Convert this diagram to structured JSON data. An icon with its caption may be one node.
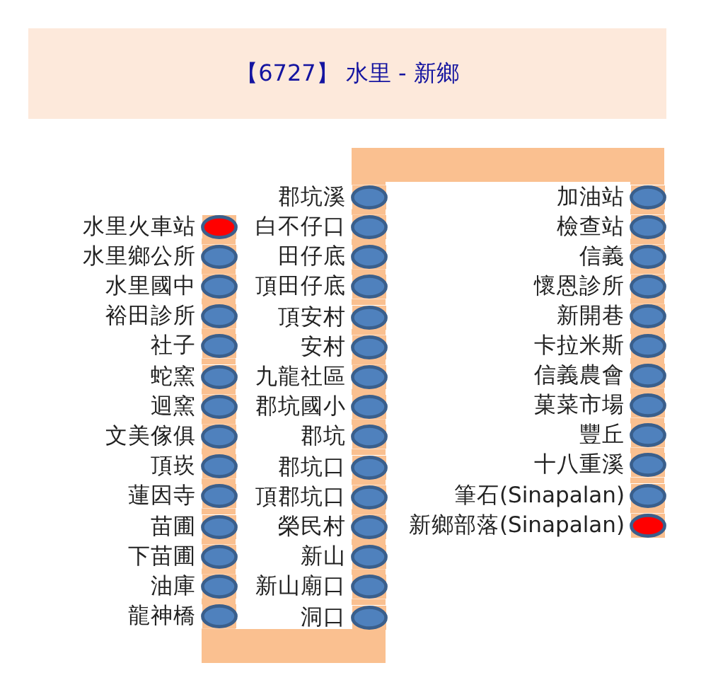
{
  "diagram": {
    "title": "【6727】 水里 - 新鄉",
    "nodes": [
      {
        "text": [
          "水里火車站"
        ]
      },
      {
        "text": [
          "水里鄉公所"
        ]
      },
      {
        "text": [
          "水里國中"
        ]
      },
      {
        "text": [
          "裕田診所"
        ]
      },
      {
        "text": [
          "社子"
        ]
      },
      {
        "text": [
          "蛇窯"
        ]
      },
      {
        "text": [
          "迴窯"
        ]
      },
      {
        "text": [
          "文美傢俱"
        ]
      },
      {
        "text": [
          "頂崁"
        ]
      },
      {
        "text": [
          "蓮因寺"
        ]
      },
      {
        "text": [
          "苗圃"
        ]
      },
      {
        "text": [
          "下苗圃"
        ]
      },
      {
        "text": [
          "油庫"
        ]
      },
      {
        "text": [
          "龍神橋"
        ]
      },
      {
        "text": [
          "洞口"
        ]
      },
      {
        "text": [
          "新山廟口"
        ]
      },
      {
        "text": [
          "新山"
        ]
      },
      {
        "text": [
          "榮民村"
        ]
      },
      {
        "text": [
          "頂郡坑口"
        ]
      },
      {
        "text": [
          "郡坑口"
        ]
      },
      {
        "text": [
          "郡坑"
        ]
      },
      {
        "text": [
          "郡坑國小"
        ]
      },
      {
        "text": [
          "九龍社區"
        ]
      },
      {
        "text": [
          "安村"
        ]
      },
      {
        "text": [
          "頂安村"
        ]
      },
      {
        "text": [
          "頂田仔底"
        ]
      },
      {
        "text": [
          "田仔底"
        ]
      },
      {
        "text": [
          "白不仔口"
        ]
      },
      {
        "text": [
          "郡坑溪"
        ]
      },
      {
        "text": [
          "加油站"
        ]
      },
      {
        "text": [
          "檢查站"
        ]
      },
      {
        "text": [
          "信義"
        ]
      },
      {
        "text": [
          "懷恩診所"
        ]
      },
      {
        "text": [
          "新開巷"
        ]
      },
      {
        "text": [
          "卡拉米斯"
        ]
      },
      {
        "text": [
          "信義農會"
        ]
      },
      {
        "text": [
          "菓菜市場"
        ]
      },
      {
        "text": [
          "豐丘"
        ]
      },
      {
        "text": [
          "十八重溪"
        ]
      },
      {
        "text": [
          "筆石(Sinapalan)"
        ]
      },
      {
        "text": [
          "新鄉部落(Sinapalan)"
        ]
      }
    ],
    "edges": [
      {
        "from": 0,
        "to": 1,
        "arrow": "none"
      },
      {
        "from": 1,
        "to": 2,
        "arrow": "none"
      },
      {
        "from": 2,
        "to": 3,
        "arrow": "none"
      },
      {
        "from": 3,
        "to": 4,
        "arrow": "none"
      },
      {
        "from": 4,
        "to": 5,
        "arrow": "none"
      },
      {
        "from": 5,
        "to": 6,
        "arrow": "none"
      },
      {
        "from": 6,
        "to": 7,
        "arrow": "none"
      },
      {
        "from": 7,
        "to": 8,
        "arrow": "none"
      },
      {
        "from": 8,
        "to": 9,
        "arrow": "none"
      },
      {
        "from": 9,
        "to": 10,
        "arrow": "none"
      },
      {
        "from": 10,
        "to": 11,
        "arrow": "none"
      },
      {
        "from": 11,
        "to": 12,
        "arrow": "none"
      },
      {
        "from": 12,
        "to": 13,
        "arrow": "none"
      },
      {
        "from": 13,
        "to": 14,
        "arrow": "none"
      },
      {
        "from": 14,
        "to": 15,
        "arrow": "none"
      },
      {
        "from": 15,
        "to": 16,
        "arrow": "none"
      },
      {
        "from": 16,
        "to": 17,
        "arrow": "none"
      },
      {
        "from": 17,
        "to": 18,
        "arrow": "none"
      },
      {
        "from": 18,
        "to": 19,
        "arrow": "none"
      },
      {
        "from": 19,
        "to": 20,
        "arrow": "none"
      },
      {
        "from": 20,
        "to": 21,
        "arrow": "none"
      },
      {
        "from": 21,
        "to": 22,
        "arrow": "none"
      },
      {
        "from": 22,
        "to": 23,
        "arrow": "none"
      },
      {
        "from": 23,
        "to": 24,
        "arrow": "none"
      },
      {
        "from": 24,
        "to": 25,
        "arrow": "none"
      },
      {
        "from": 25,
        "to": 26,
        "arrow": "none"
      },
      {
        "from": 26,
        "to": 27,
        "arrow": "none"
      },
      {
        "from": 27,
        "to": 28,
        "arrow": "none"
      },
      {
        "from": 28,
        "to": 29,
        "arrow": "none"
      },
      {
        "from": 29,
        "to": 30,
        "arrow": "none"
      },
      {
        "from": 30,
        "to": 31,
        "arrow": "none"
      },
      {
        "from": 31,
        "to": 32,
        "arrow": "none"
      },
      {
        "from": 32,
        "to": 33,
        "arrow": "none"
      },
      {
        "from": 33,
        "to": 34,
        "arrow": "none"
      },
      {
        "from": 34,
        "to": 35,
        "arrow": "none"
      },
      {
        "from": 35,
        "to": 36,
        "arrow": "none"
      },
      {
        "from": 36,
        "to": 37,
        "arrow": "none"
      },
      {
        "from": 37,
        "to": 38,
        "arrow": "none"
      },
      {
        "from": 38,
        "to": 39,
        "arrow": "none"
      },
      {
        "from": 39,
        "to": 40,
        "arrow": "none"
      }
    ]
  }
}
